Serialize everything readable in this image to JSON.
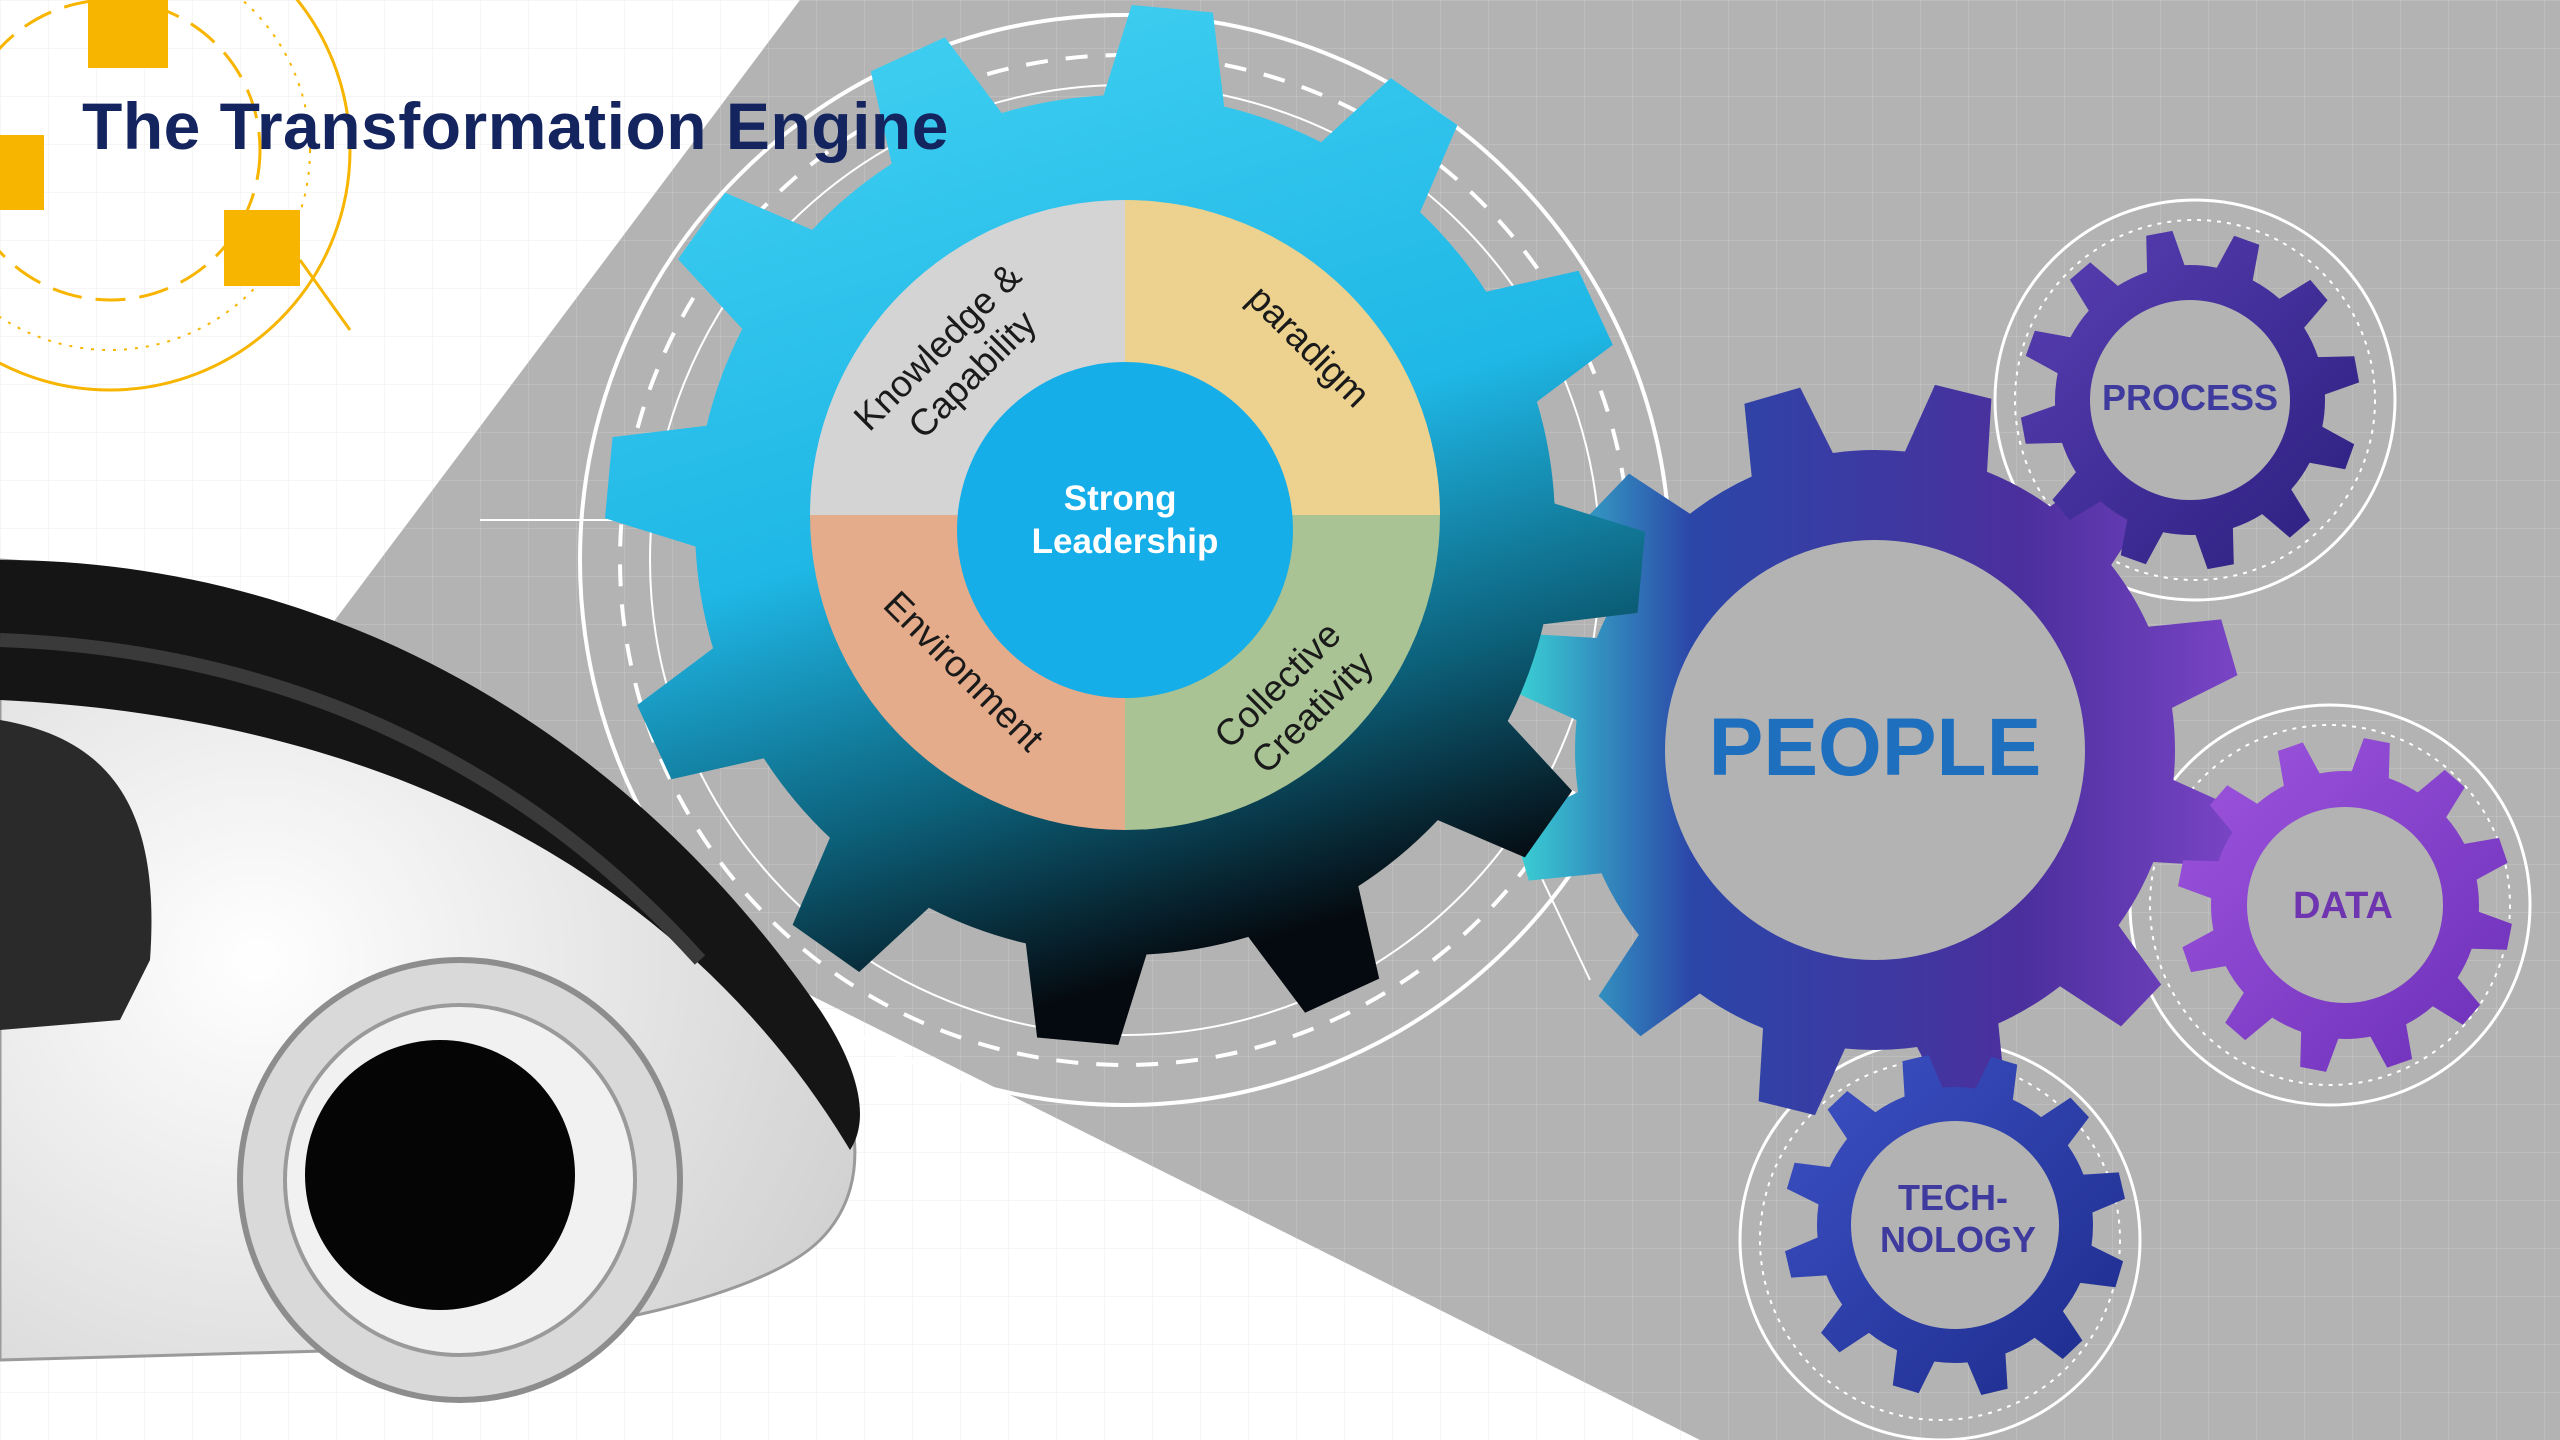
{
  "slide": {
    "title": "The Transformation Engine"
  },
  "main_gear": {
    "center_label_line1": "Strong",
    "center_label_line2": "Leadership",
    "segments": [
      {
        "line1": "Knowledge &",
        "line2": "Capability"
      },
      {
        "line1": "paradigm",
        "line2": ""
      },
      {
        "line1": "Collective",
        "line2": "Creativity"
      },
      {
        "line1": "Environment",
        "line2": ""
      }
    ],
    "segment_colors": [
      "#d4d4d4",
      "#ecd18f",
      "#a9c394",
      "#e4ac8a"
    ]
  },
  "people_gear": {
    "label": "PEOPLE"
  },
  "small_gears": {
    "process": "PROCESS",
    "data": "DATA",
    "tech_line1": "TECH-",
    "tech_line2": "NOLOGY"
  },
  "colors": {
    "title": "#13245e",
    "accent_yellow": "#f7b500",
    "gear_cyan": "#2ec4ea",
    "gear_purple": "#4a2a9a",
    "people_text": "#1f6fbf",
    "small_gear_text": "#3f3a9e",
    "background_gray": "#b3b3b3"
  }
}
